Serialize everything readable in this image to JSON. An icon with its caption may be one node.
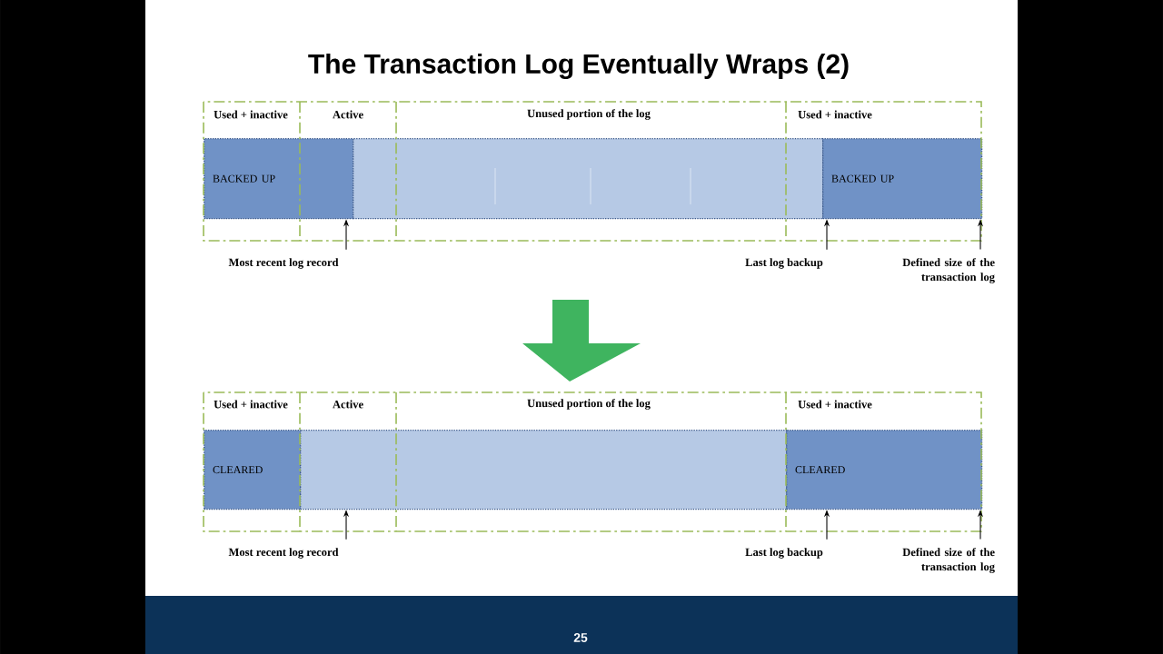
{
  "diagram": {
    "title": "The Transaction Log Eventually Wraps (2)",
    "nodes": [
      {
        "text": [
          "BACKED UP"
        ]
      },
      {
        "text": [],
        "shape": "bar"
      },
      {
        "text": [
          "BACKED UP"
        ]
      },
      {
        "text": [
          "Most recent log record"
        ]
      },
      {
        "text": [
          "Last log backup"
        ]
      },
      {
        "text": [
          "Defined size of the transaction log"
        ]
      },
      {
        "text": [
          "CLEARED"
        ]
      },
      {
        "text": [],
        "shape": "bar"
      },
      {
        "text": [
          "CLEARED"
        ]
      },
      {
        "text": [
          "Most recent log record"
        ]
      },
      {
        "text": [
          "Last log backup"
        ]
      },
      {
        "text": [
          "Defined size of the transaction log"
        ]
      }
    ],
    "edges": [
      {
        "from": 3,
        "to": 1,
        "arrow": "to"
      },
      {
        "from": 4,
        "to": 2,
        "arrow": "to"
      },
      {
        "from": 5,
        "to": 2,
        "arrow": "to"
      },
      {
        "from": 9,
        "to": 7,
        "arrow": "to"
      },
      {
        "from": 10,
        "to": 8,
        "arrow": "to"
      },
      {
        "from": 11,
        "to": 8,
        "arrow": "to"
      }
    ],
    "labels": [
      "Used + inactive",
      "Active",
      "Unused portion of the log",
      "Used + inactive",
      "Used + inactive",
      "Active",
      "Unused portion of the log",
      "Used + inactive",
      "25"
    ]
  }
}
